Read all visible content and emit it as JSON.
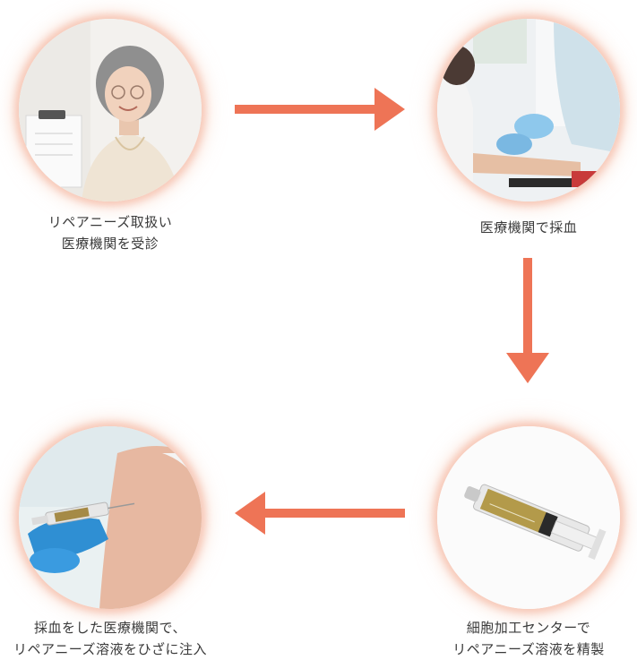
{
  "accent_color": "#ee7456",
  "steps": [
    {
      "label": "リペアニーズ取扱い\n医療機関を受診",
      "image": "elderly-woman-photo"
    },
    {
      "label": "医療機関で採血",
      "image": "blood-draw-photo"
    },
    {
      "label": "細胞加工センターで\nリペアニーズ溶液を精製",
      "image": "syringe-solution-photo"
    },
    {
      "label": "採血をした医療機関で、\nリペアニーズ溶液をひざに注入",
      "image": "knee-injection-photo"
    }
  ],
  "arrows": [
    "right-arrow-icon",
    "down-arrow-icon",
    "left-arrow-icon"
  ]
}
